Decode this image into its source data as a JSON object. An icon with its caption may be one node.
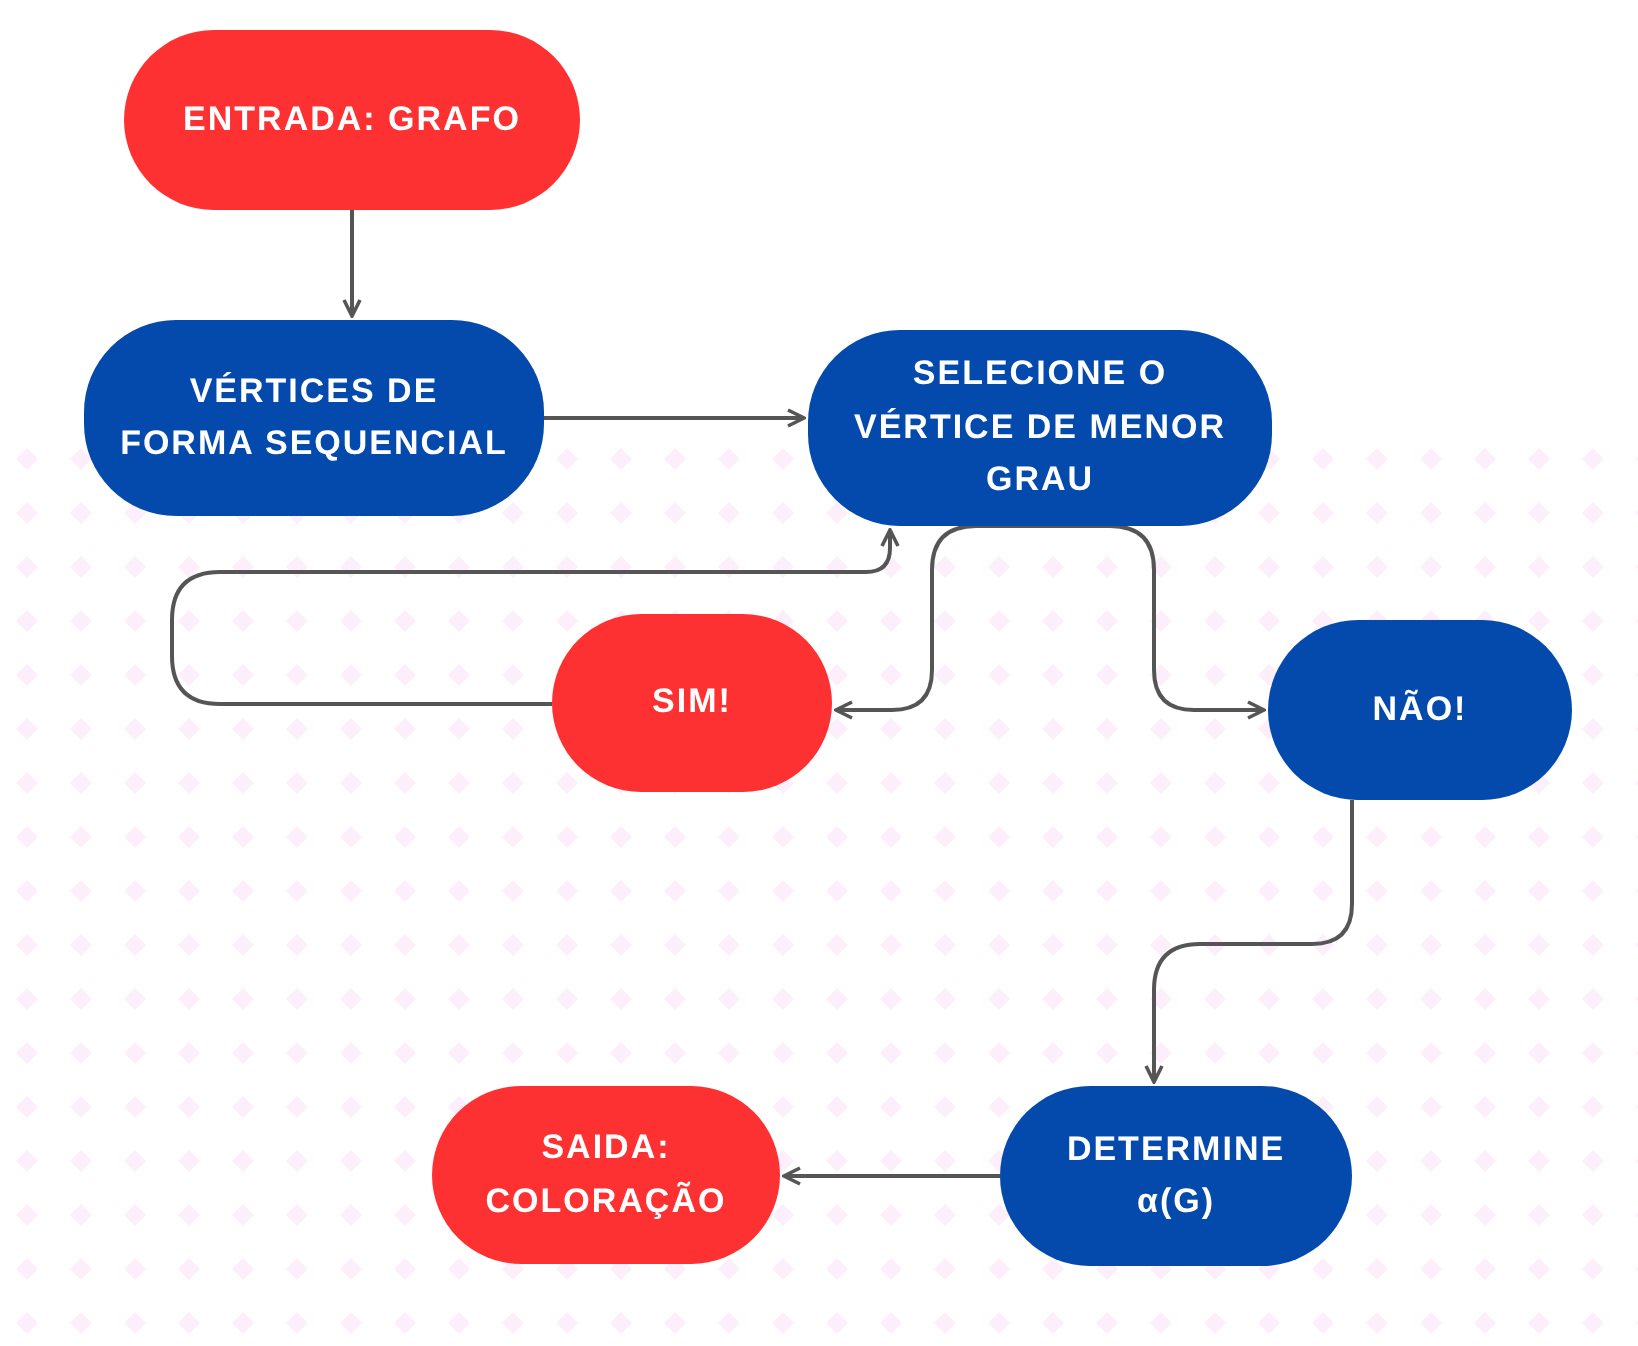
{
  "diagram": {
    "nodes": [
      {
        "text": [
          "ENTRADA: GRAFO"
        ]
      },
      {
        "text": [
          "VÉRTICES DE FORMA SEQUENCIAL"
        ]
      },
      {
        "text": [
          "SELECIONE O VÉRTICE DE MENOR GRAU"
        ]
      },
      {
        "text": [
          "SIM!"
        ]
      },
      {
        "text": [
          "NÃO!"
        ]
      },
      {
        "text": [
          "DETERMINE α(G)"
        ]
      },
      {
        "text": [
          "SAIDA: COLORAÇÃO"
        ]
      }
    ],
    "edges": [
      {
        "from": 0,
        "to": 1,
        "arrow": "to"
      },
      {
        "from": 1,
        "to": 2,
        "arrow": "to"
      },
      {
        "from": 2,
        "to": 3,
        "arrow": "to"
      },
      {
        "from": 2,
        "to": 4,
        "arrow": "to"
      },
      {
        "from": 3,
        "to": 2,
        "arrow": "to"
      },
      {
        "from": 4,
        "to": 5,
        "arrow": "to"
      },
      {
        "from": 5,
        "to": 6,
        "arrow": "to"
      }
    ]
  }
}
